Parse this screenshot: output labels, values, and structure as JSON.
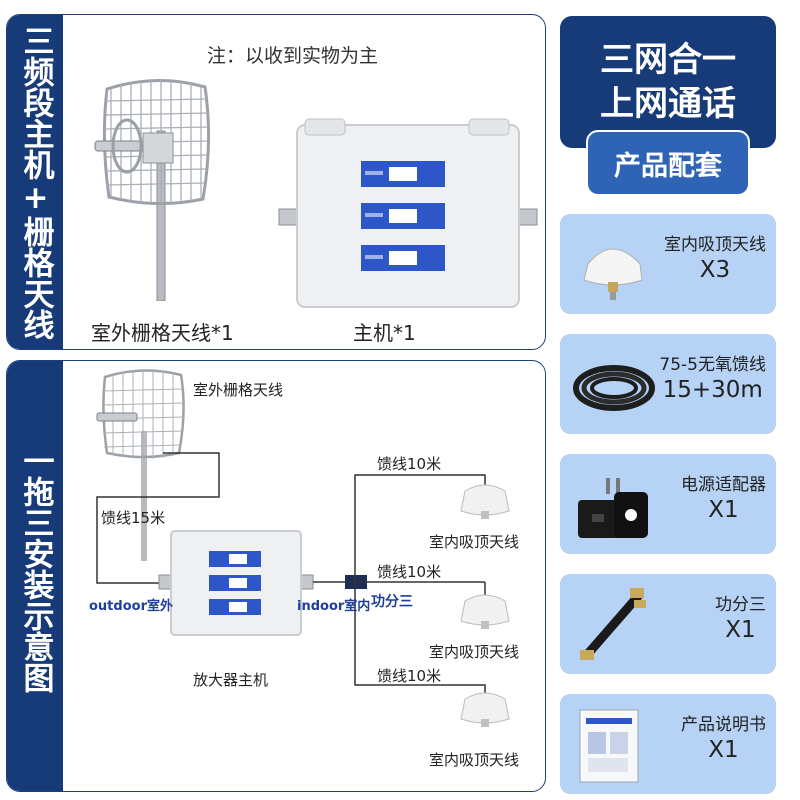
{
  "top_panel": {
    "title": "三频段主机+栅格天线",
    "note": "注：以收到实物为主",
    "caption_antenna": "室外栅格天线*1",
    "caption_host": "主机*1"
  },
  "bottom_panel": {
    "title": "一拖三安装示意图",
    "outdoor_antenna": "室外栅格天线",
    "cable_15": "馈线15米",
    "outdoor": "outdoor室外",
    "indoor": "indoor室内",
    "splitter": "功分三",
    "amplifier": "放大器主机",
    "branches": [
      {
        "cable": "馈线10米",
        "antenna": "室内吸顶天线"
      },
      {
        "cable": "馈线10米",
        "antenna": "室内吸顶天线"
      },
      {
        "cable": "馈线10米",
        "antenna": "室内吸顶天线"
      }
    ]
  },
  "right_column": {
    "header_line1": "三网合一",
    "header_line2": "上网通话",
    "subheader": "产品配套",
    "items": [
      {
        "name": "室内吸顶天线",
        "qty": "X3",
        "icon": "ceiling-antenna-icon"
      },
      {
        "name": "75-5无氧馈线",
        "qty": "15+30m",
        "icon": "coax-cable-icon"
      },
      {
        "name": "电源适配器",
        "qty": "X1",
        "icon": "power-adapter-icon"
      },
      {
        "name": "功分三",
        "qty": "X1",
        "icon": "splitter-icon"
      },
      {
        "name": "产品说明书",
        "qty": "X1",
        "icon": "manual-icon"
      }
    ]
  },
  "colors": {
    "navy": "#173a78",
    "blue": "#2f63b6",
    "light_blue": "#b6d2f5",
    "panel_blue": "#2d56c8"
  }
}
